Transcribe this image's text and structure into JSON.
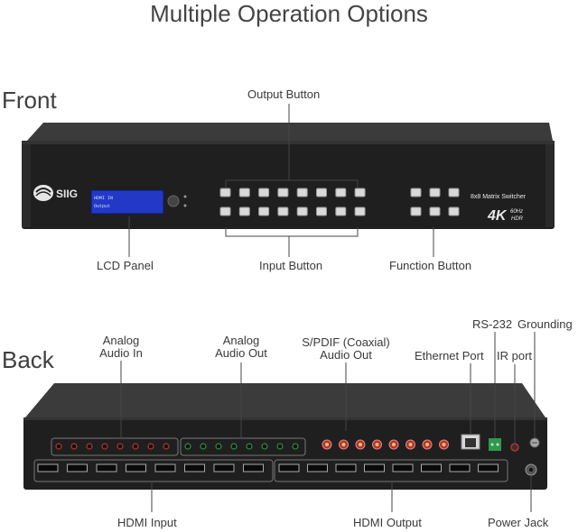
{
  "title": "Multiple Operation Options",
  "front": {
    "section_label": "Front",
    "callouts": {
      "output_button": "Output Button",
      "lcd_panel": "LCD Panel",
      "input_button": "Input Button",
      "function_button": "Function Button"
    },
    "device": {
      "brand": "SIIG",
      "model_text": "8x8 Matrix Switcher",
      "badge_main": "4K",
      "badge_hz": "60Hz",
      "badge_hdr": "HDR",
      "lcd_line1": "HDMI IN",
      "lcd_line2": "Output"
    }
  },
  "back": {
    "section_label": "Back",
    "callouts": {
      "analog_audio_in_line1": "Analog",
      "analog_audio_in_line2": "Audio In",
      "analog_audio_out_line1": "Analog",
      "analog_audio_out_line2": "Audio Out",
      "spdif_line1": "S/PDIF (Coaxial)",
      "spdif_line2": "Audio Out",
      "ethernet_port": "Ethernet Port",
      "rs232": "RS-232",
      "ir_port": "IR port",
      "grounding": "Grounding",
      "hdmi_input": "HDMI Input",
      "hdmi_output": "HDMI Output",
      "power_jack": "Power Jack"
    }
  },
  "colors": {
    "chassis": "#262626",
    "chassis_top": "#3a3a3a",
    "lcd": "#2438c8",
    "leader_line": "#444444",
    "rca_red": "#b8322a",
    "rca_green": "#2d8a4a"
  }
}
